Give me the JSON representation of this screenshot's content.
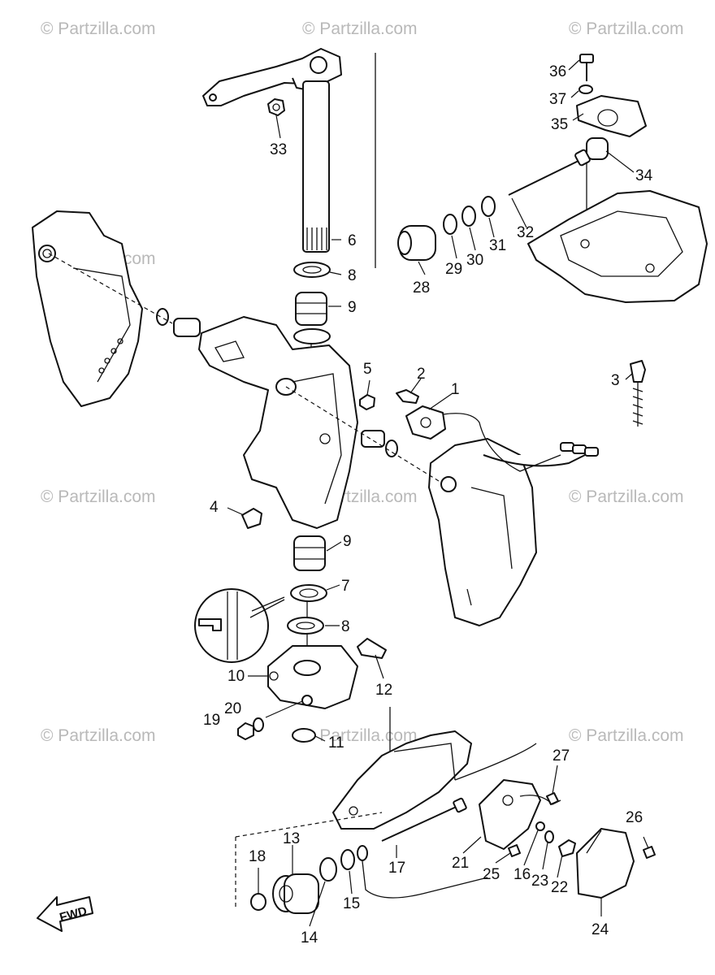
{
  "watermark": "© Partzilla.com",
  "fwd_label": "FWD",
  "callouts": {
    "p1": "1",
    "p2": "2",
    "p3": "3",
    "p4": "4",
    "p5": "5",
    "p6": "6",
    "p7": "7",
    "p8a": "8",
    "p8b": "8",
    "p9a": "9",
    "p9b": "9",
    "p10": "10",
    "p11": "11",
    "p12": "12",
    "p13": "13",
    "p14": "14",
    "p15": "15",
    "p16": "16",
    "p17": "17",
    "p18": "18",
    "p19": "19",
    "p20": "20",
    "p21": "21",
    "p22": "22",
    "p23": "23",
    "p24": "24",
    "p25": "25",
    "p26": "26",
    "p27": "27",
    "p28": "28",
    "p29": "29",
    "p30": "30",
    "p31": "31",
    "p32": "32",
    "p33": "33",
    "p34": "34",
    "p35": "35",
    "p36": "36",
    "p37": "37"
  }
}
